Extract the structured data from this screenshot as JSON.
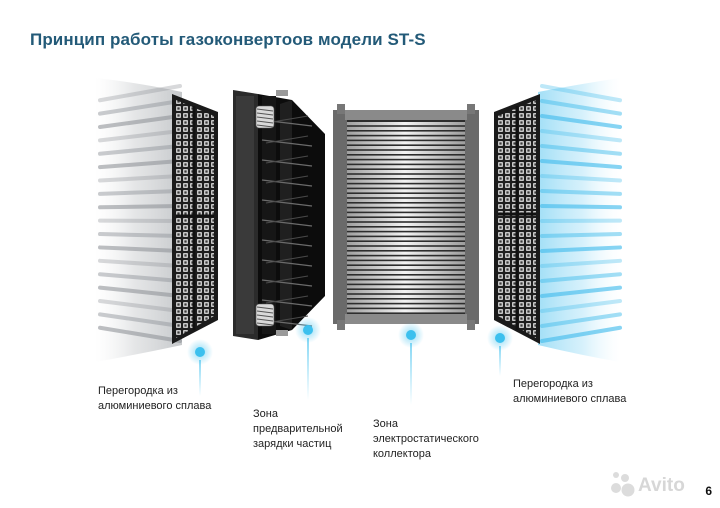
{
  "title": "Принцип работы газоконвертоов модели ST-S",
  "labels": {
    "left_partition": "Перегородка из\nалюминиевого сплава",
    "precharge_zone": "Зона\nпредварительной\nзарядки частиц",
    "collector_zone": "Зона\nэлектростатического\nколлектора",
    "right_partition": "Перегородка из\nалюминиевого сплава"
  },
  "page_number": "6",
  "watermark": "Avito",
  "colors": {
    "title": "#235a78",
    "marker": "#3cc0ee",
    "airflow_out": "#5cc7f0",
    "airflow_in": "#b9bec3"
  },
  "icons": [
    "mesh-filter",
    "ionizer-module",
    "collector-plates",
    "airflow-streaks",
    "dot-marker"
  ]
}
